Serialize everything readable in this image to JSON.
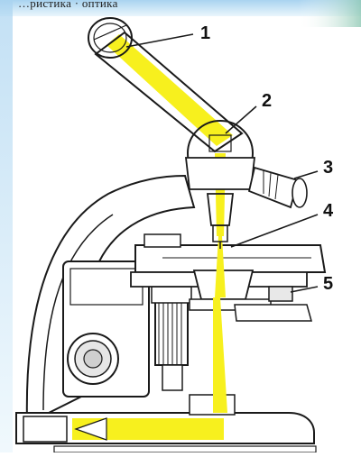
{
  "header_fragment": "…ристика · оптика",
  "callouts": [
    "1",
    "2",
    "3",
    "4",
    "5"
  ],
  "colors": {
    "light_path": "#f7f01e",
    "outline": "#1a1a1a",
    "background": "#ffffff",
    "sky_gradient_top": "#a9d3f0",
    "sky_gradient_bottom": "#e7f4fb"
  }
}
